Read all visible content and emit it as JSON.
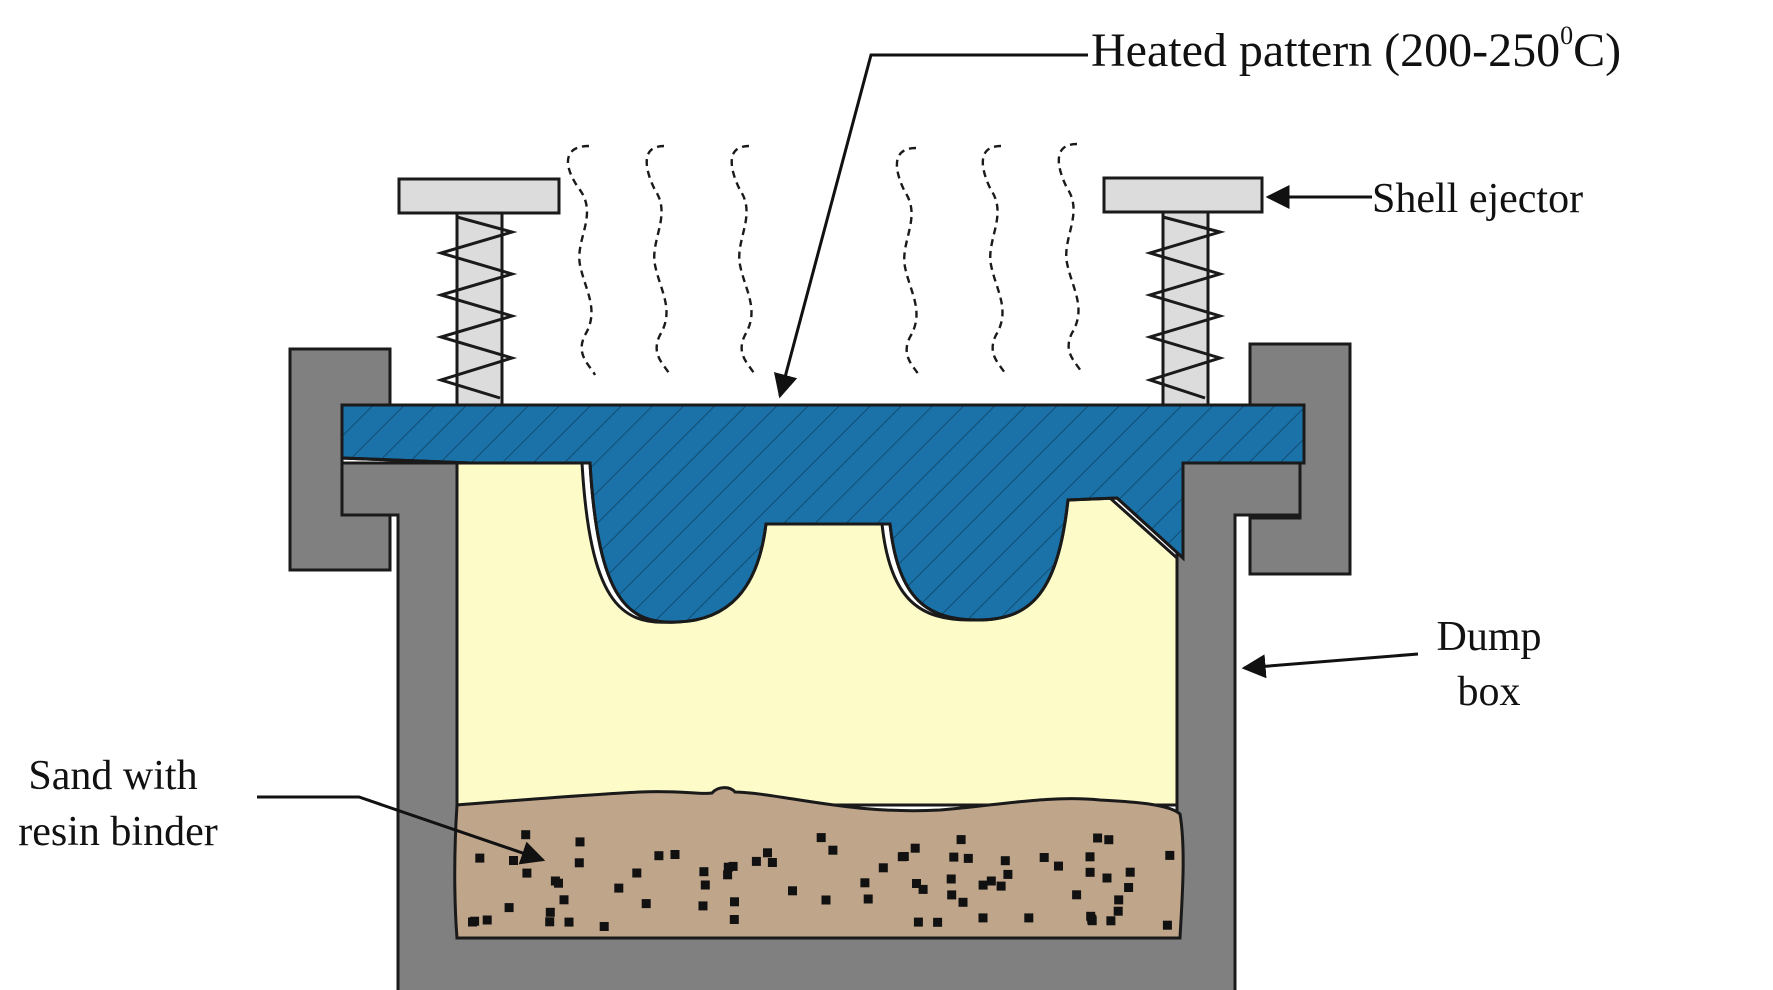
{
  "labels": {
    "heated_pattern": "Heated  pattern (200-250",
    "heated_pattern_sup": "0",
    "heated_pattern_end": "C)",
    "shell_ejector": "Shell ejector",
    "dump_box_line1": "Dump",
    "dump_box_line2": "box",
    "sand_line1": "Sand  with",
    "sand_line2": "resin binder"
  },
  "colors": {
    "pattern": "#1a72a8",
    "dump_box": "#808080",
    "ejector": "#dcdcdc",
    "cavity_fill": "#fdfbc8",
    "sand": "#bfa58a",
    "sand_grain": "#111111"
  }
}
